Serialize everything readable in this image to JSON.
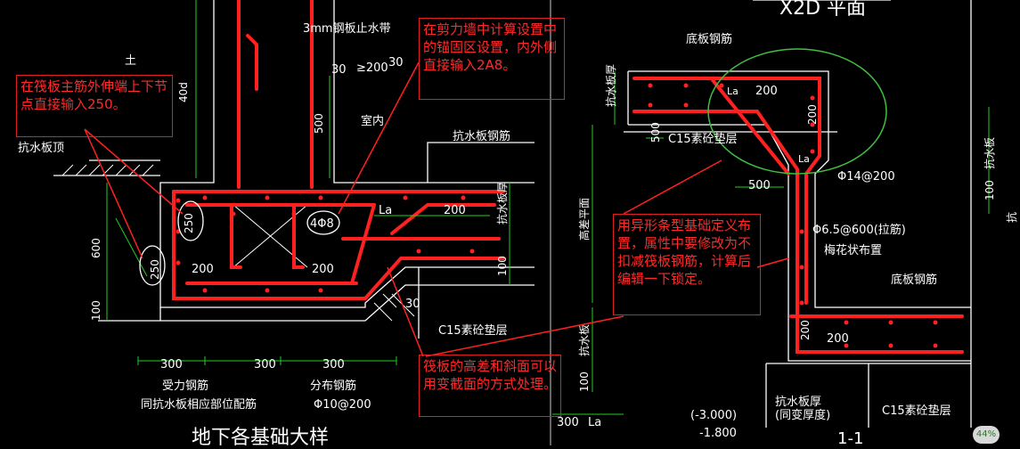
{
  "notes": {
    "raft_extension": "在筏板主筋外伸端上下节点直接输入250。",
    "shear_wall": "在剪力墙中计算设置中的锚固区设置，内外侧直接输入2A8。",
    "special_strip": "用异形条型基础定义布置，属性中要修改为不扣减筏板钢筋，计算后编辑一下锁定。",
    "height_diff": "筏板的高差和斜面可以用变截面的方式处理。"
  },
  "left_labels": {
    "top_soil": "土",
    "d40": "40d",
    "steel_stop": "3mm钢板止水带",
    "d30a": "30",
    "d200": "≥200",
    "d30b": "30",
    "d500": "500",
    "indoor": "室内",
    "anti_slab": "抗水板钢筋",
    "anti_top": "抗水板顶",
    "d250a": "250",
    "d250b": "250",
    "bar4": "4Φ8",
    "la": "La",
    "d200a": "200",
    "d200b": "200",
    "d200c": "200",
    "thick": "抗水板厚",
    "d600": "600",
    "d100a": "100",
    "d100b": "100",
    "c15": "C15素砼垫层",
    "d300a": "300",
    "d300b": "300",
    "d300c": "300",
    "main_bar": "受力钢筋",
    "same_bar": "同抗水板相应部位配筋",
    "dist_bar": "分布钢筋",
    "dist_val": "Φ10@200",
    "bottom_title": "地下各基础大样",
    "d30c": "30"
  },
  "right_labels": {
    "title": "X2D 平面",
    "bottom_slab": "底板钢筋",
    "anti_thick": "抗水板厚",
    "d200a": "200",
    "la_a": "La",
    "la_b": "La",
    "d200b": "200",
    "d500a": "500",
    "c15": "C15素砼垫层",
    "d500b": "500",
    "bar14": "Φ14@200",
    "elev": "高差平面",
    "bar65": "Φ6.5@600(拉筋)",
    "plum": "梅花状布置",
    "bottom_slab2": "底板钢筋",
    "anti_water": "抗水板",
    "d200c": "200",
    "d200d": "200",
    "d100": "100",
    "c15b": "C15素砼垫层",
    "anti_thick2": "抗水板厚",
    "same_change": "(同变厚度)",
    "elev1": "(-3.000)",
    "elev2": "-1.800",
    "d300": "300",
    "la_c": "La",
    "d11": "1-1",
    "right_d100": "100",
    "right_anti": "抗水板",
    "right_thick": "抗"
  },
  "status": {
    "zoom": "44%"
  },
  "colors": {
    "rebar": "#ff2020",
    "dim": "#20d020",
    "line": "#ffffff",
    "note": "#ff2a2a",
    "circle": "#40c040"
  }
}
